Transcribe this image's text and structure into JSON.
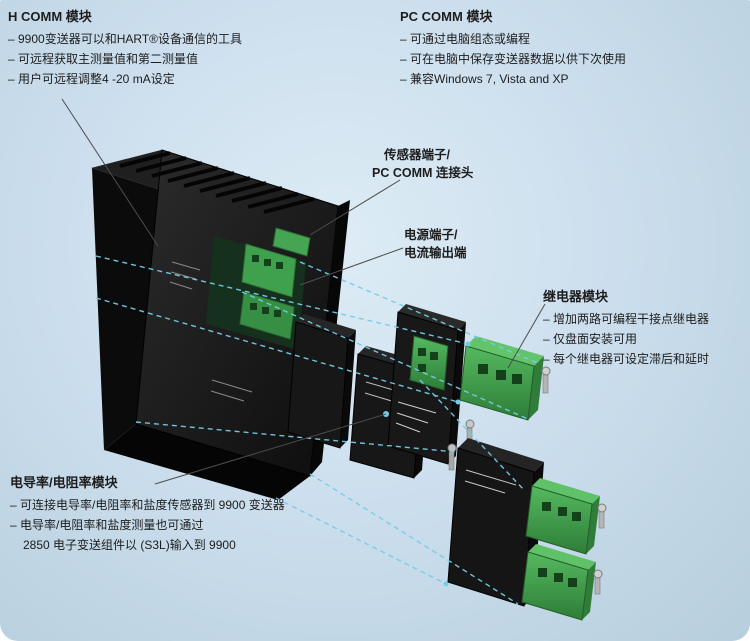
{
  "colors": {
    "background": "#cfe0ec",
    "accent_line": "#74cde6",
    "leader_line": "#4d4d4d",
    "connector_green": "#3fa14d",
    "module_black": "#151515",
    "text": "#1d1d1d"
  },
  "callouts": {
    "h_comm": {
      "title": "H COMM 模块",
      "items": [
        "– 9900变送器可以和HART®设备通信的工具",
        "– 可远程获取主测量值和第二测量值",
        "– 用户可远程调整4 -20 mA设定"
      ]
    },
    "pc_comm": {
      "title": "PC COMM 模块",
      "items": [
        "– 可通过电脑组态或编程",
        "– 可在电脑中保存变送器数据以供下次使用",
        "– 兼容Windows 7, Vista and XP"
      ]
    },
    "relay": {
      "title": "继电器模块",
      "items": [
        "– 增加两路可编程干接点继电器",
        "– 仅盘面安装可用",
        "– 每个继电器可设定滞后和延时"
      ]
    },
    "conductivity": {
      "title": "电导率/电阻率模块",
      "items": [
        "– 可连接电导率/电阻率和盐度传感器到 9900 变送器",
        "– 电导率/电阻率和盐度测量也可通过",
        "2850 电子变送组件以 (S3L)输入到 9900"
      ]
    }
  },
  "labels": {
    "sensor_terminal": {
      "line1": "传感器端子/",
      "line2": "PC COMM 连接头"
    },
    "power_terminal": {
      "line1": "电源端子/",
      "line2": "电流输出端"
    }
  }
}
